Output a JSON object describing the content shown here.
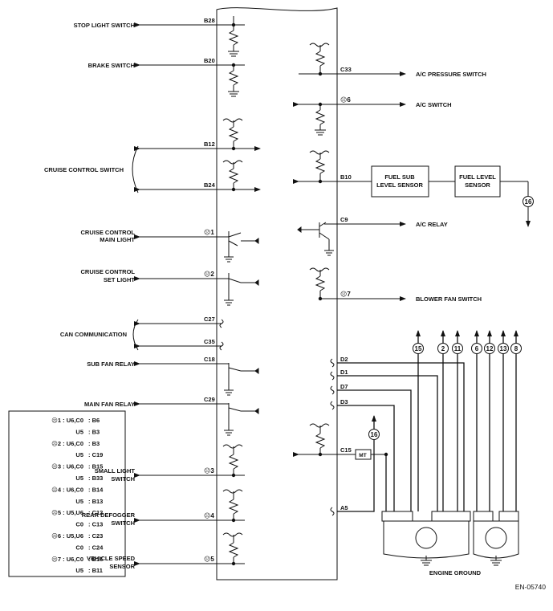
{
  "left_labels": {
    "stop_light_switch": "STOP LIGHT SWITCH",
    "brake_switch": "BRAKE SWITCH",
    "cruise_control_switch": "CRUISE CONTROL SWITCH",
    "cc_main_light_1": "CRUISE CONTROL",
    "cc_main_light_2": "MAIN LIGHT",
    "cc_set_light_1": "CRUISE CONTROL",
    "cc_set_light_2": "SET LIGHT",
    "can_communication": "CAN COMMUNICATION",
    "sub_fan_relay": "SUB FAN RELAY",
    "main_fan_relay": "MAIN FAN RELAY",
    "small_light_1": "SMALL LIGHT",
    "small_light_2": "SWITCH",
    "rear_defogger_1": "REAR DEFOGGER",
    "rear_defogger_2": "SWITCH",
    "vehicle_speed_1": "VEHICLE SPEED",
    "vehicle_speed_2": "SENSOR"
  },
  "right_labels": {
    "ac_pressure_switch": "A/C PRESSURE SWITCH",
    "ac_switch": "A/C SWITCH",
    "ac_relay": "A/C RELAY",
    "blower_fan_switch": "BLOWER FAN SWITCH",
    "fuel_sub_1": "FUEL SUB",
    "fuel_sub_2": "LEVEL SENSOR",
    "fuel_level_1": "FUEL LEVEL",
    "fuel_level_2": "SENSOR",
    "mt": "MT",
    "engine_ground": "ENGINE GROUND"
  },
  "pins": {
    "b28": "B28",
    "b20": "B20",
    "b12": "B12",
    "b24": "B24",
    "c27": "C27",
    "c35": "C35",
    "c18": "C18",
    "c29": "C29",
    "c33": "C33",
    "b10": "B10",
    "c9": "C9",
    "c15": "C15",
    "d2": "D2",
    "d1": "D1",
    "d7": "D7",
    "d3": "D3",
    "a5": "A5"
  },
  "stars": {
    "s1": "☹1",
    "s2": "☹2",
    "s3": "☹3",
    "s4": "☹4",
    "s5": "☹5",
    "s6": "☹6",
    "s7": "☹7"
  },
  "connectors": {
    "c15": "15",
    "c2": "2",
    "c11": "11",
    "c6": "6",
    "c12": "12",
    "c13": "13",
    "c8": "8",
    "c16a": "16",
    "c16b": "16"
  },
  "legend": [
    {
      "key": "☹1 : U6,C0",
      "value": ": B6"
    },
    {
      "key": "U5",
      "value": ": B3"
    },
    {
      "key": "☹2 : U6,C0",
      "value": ": B3"
    },
    {
      "key": "U5",
      "value": ": C19"
    },
    {
      "key": "☹3 : U6,C0",
      "value": ": B15"
    },
    {
      "key": "U5",
      "value": ": B33"
    },
    {
      "key": "☹4 : U6,C0",
      "value": ": B14"
    },
    {
      "key": "U5",
      "value": ": B13"
    },
    {
      "key": "☹5 : U5,U6",
      "value": ": C12"
    },
    {
      "key": "C0",
      "value": ": C13"
    },
    {
      "key": "☹6 : U5,U6",
      "value": ": C23"
    },
    {
      "key": "C0",
      "value": ": C24"
    },
    {
      "key": "☹7 : U6,C0",
      "value": ": B16"
    },
    {
      "key": "U5",
      "value": ": B11"
    }
  ],
  "figure_code": "EN-05740"
}
